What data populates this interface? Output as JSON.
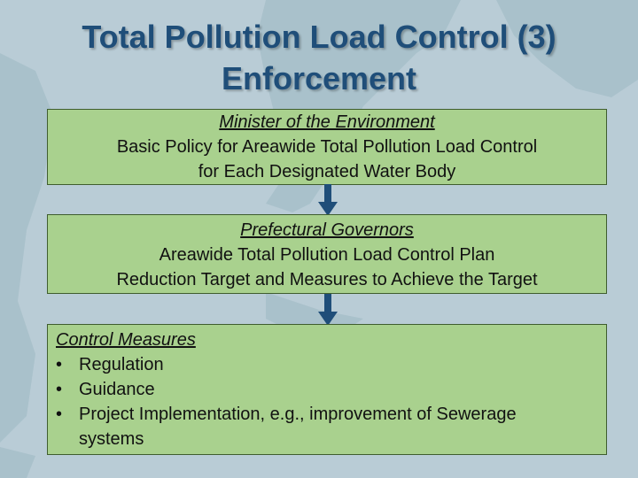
{
  "slide": {
    "title_line1": "Total Pollution Load Control (3)",
    "title_line2": "Enforcement"
  },
  "boxes": {
    "minister": {
      "heading": "Minister of the Environment",
      "line1": "Basic Policy for Areawide Total Pollution Load Control",
      "line2": "for Each Designated Water Body"
    },
    "governors": {
      "heading": "Prefectural Governors",
      "line1": "Areawide Total Pollution Load Control Plan",
      "line2": "Reduction Target and Measures to Achieve the Target"
    },
    "measures": {
      "heading": "Control Measures",
      "items": [
        "Regulation",
        "Guidance",
        "Project Implementation, e.g., improvement of Sewerage systems"
      ]
    }
  },
  "colors": {
    "title": "#1f4e79",
    "box_fill": "#a9d18e",
    "arrow": "#1f4e79",
    "sea": "#b9ccd6",
    "land": "#a7bfc9"
  }
}
